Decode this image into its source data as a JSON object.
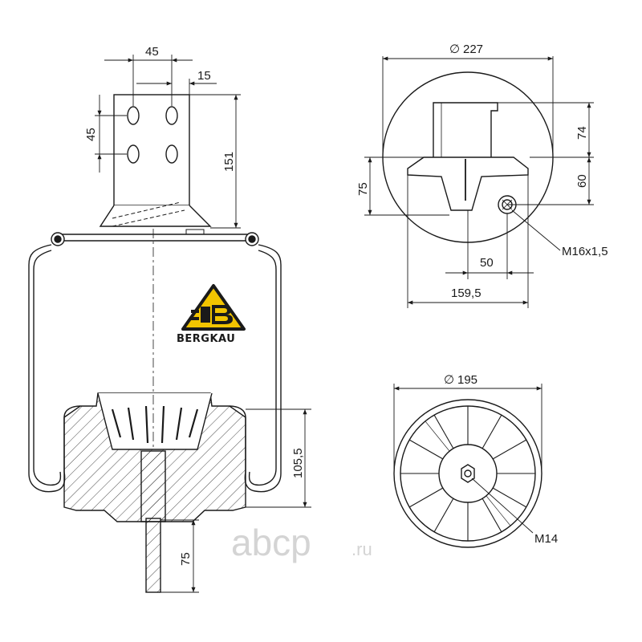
{
  "drawing": {
    "brand_name": "BERGKAU",
    "brand_colors": {
      "logo_fill": "#f2c400",
      "logo_stroke": "#1a1a1a"
    },
    "line_color": "#1a1a1a",
    "dimensions": {
      "top_bolt_spacing_h": "45",
      "top_plate_offset": "15",
      "top_bolt_spacing_v": "45",
      "bracket_height": "151",
      "piston_height": "105,5",
      "stud_length": "75",
      "top_diameter": "227",
      "top_view_height_upper": "74",
      "top_view_height_lower": "60",
      "top_view_offset_left": "75",
      "top_view_thread": "M16x1,5",
      "top_view_offset_50": "50",
      "top_view_offset_159": "159,5",
      "bottom_diameter": "195",
      "bottom_thread": "M14"
    },
    "diameter_symbol": "∅"
  },
  "watermark": {
    "text": "abcp",
    "suffix": ".ru"
  }
}
